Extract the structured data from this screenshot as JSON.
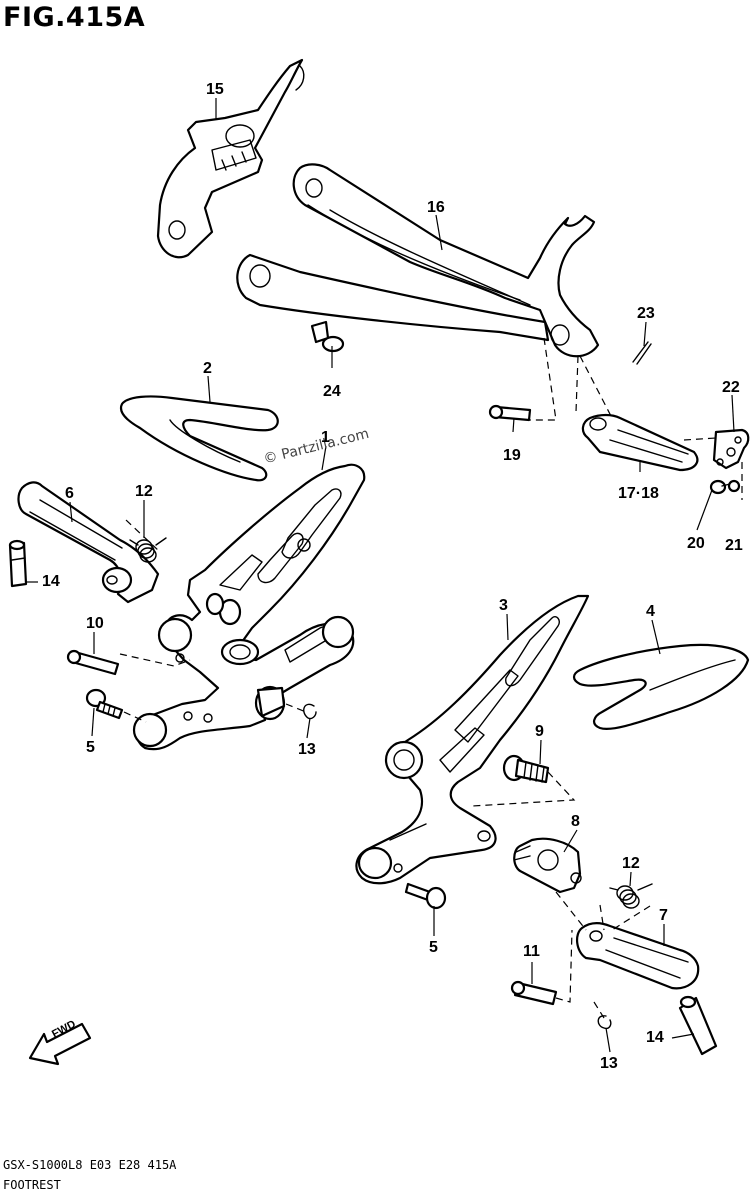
{
  "figure": {
    "title": "FIG.415A",
    "watermark": "© Partzilla.com",
    "model_code": "GSX-S1000L8  E03  E28  415A",
    "section_name": "FOOTREST",
    "fwd_label": "FWD"
  },
  "callouts": [
    {
      "id": "c15",
      "text": "15"
    },
    {
      "id": "c16",
      "text": "16"
    },
    {
      "id": "c23",
      "text": "23"
    },
    {
      "id": "c24",
      "text": "24"
    },
    {
      "id": "c2",
      "text": "2"
    },
    {
      "id": "c1",
      "text": "1"
    },
    {
      "id": "c22",
      "text": "22"
    },
    {
      "id": "c19",
      "text": "19"
    },
    {
      "id": "c17-18",
      "text": "17·18"
    },
    {
      "id": "c6",
      "text": "6"
    },
    {
      "id": "c12a",
      "text": "12"
    },
    {
      "id": "c20",
      "text": "20"
    },
    {
      "id": "c21",
      "text": "21"
    },
    {
      "id": "c14a",
      "text": "14"
    },
    {
      "id": "c10",
      "text": "10"
    },
    {
      "id": "c3",
      "text": "3"
    },
    {
      "id": "c4",
      "text": "4"
    },
    {
      "id": "c5a",
      "text": "5"
    },
    {
      "id": "c13a",
      "text": "13"
    },
    {
      "id": "c9",
      "text": "9"
    },
    {
      "id": "c8",
      "text": "8"
    },
    {
      "id": "c12b",
      "text": "12"
    },
    {
      "id": "c7",
      "text": "7"
    },
    {
      "id": "c5b",
      "text": "5"
    },
    {
      "id": "c11",
      "text": "11"
    },
    {
      "id": "c14b",
      "text": "14"
    },
    {
      "id": "c13b",
      "text": "13"
    }
  ]
}
